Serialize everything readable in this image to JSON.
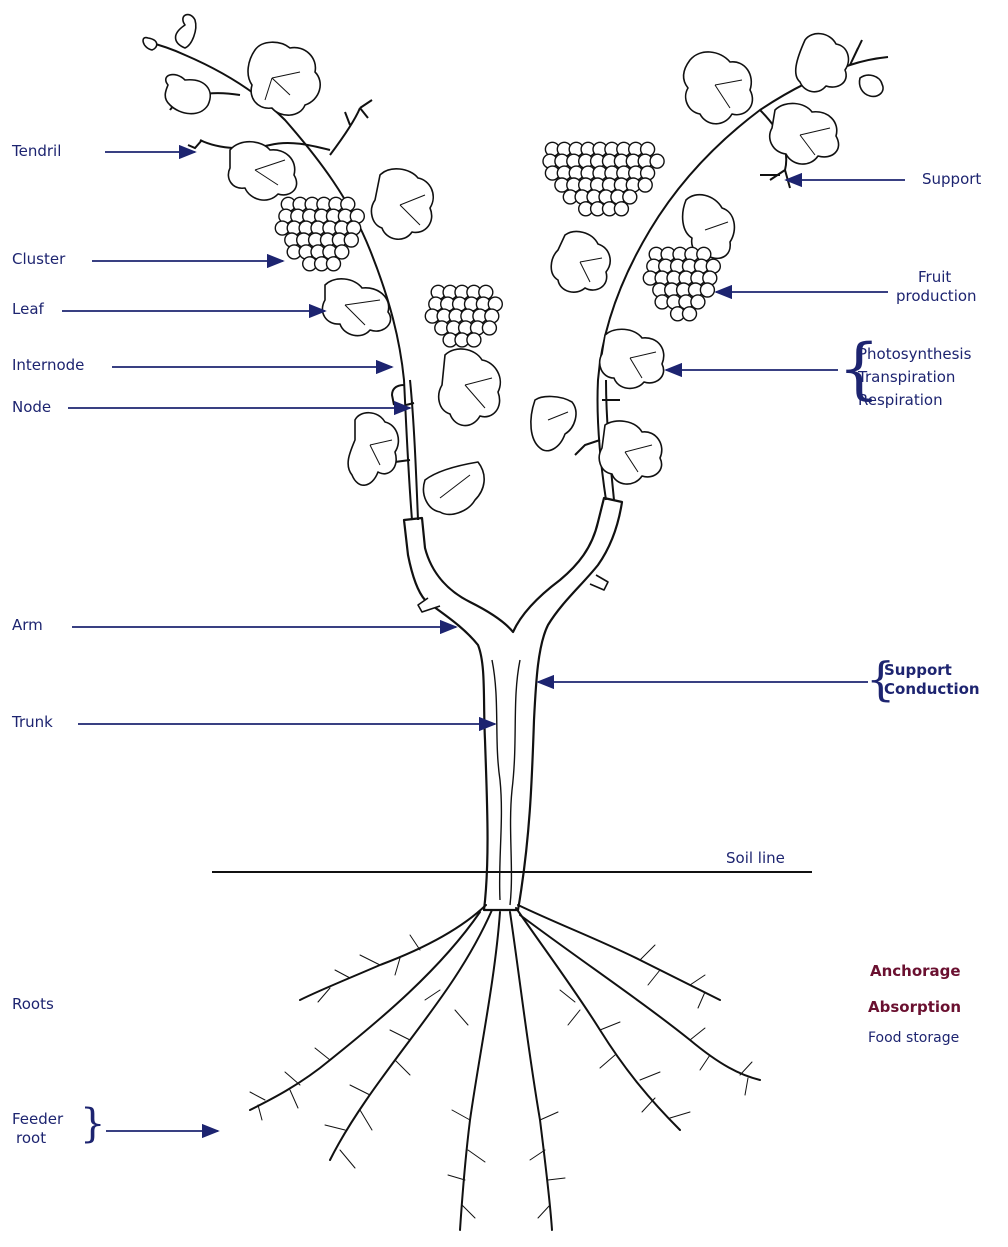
{
  "labels": {
    "tendril": "Tendril",
    "cluster": "Cluster",
    "leaf": "Leaf",
    "internode": "Internode",
    "node": "Node",
    "arm": "Arm",
    "trunk": "Trunk",
    "roots": "Roots",
    "feeder_root_1": "Feeder",
    "feeder_root_2": "root",
    "support": "Support",
    "fruit_1": "Fruit",
    "fruit_2": "production",
    "photosynthesis": "Photosynthesis",
    "transpiration": "Transpiration",
    "respiration": "Respiration",
    "support_2": "Support",
    "conduction": "Conduction",
    "soil_line": "Soil line",
    "anchorage": "Anchorage",
    "absorption": "Absorption",
    "food_storage": "Food storage"
  },
  "colors": {
    "ink": "#1d2470",
    "drawing": "#111111",
    "root_function": "#6a1030"
  }
}
